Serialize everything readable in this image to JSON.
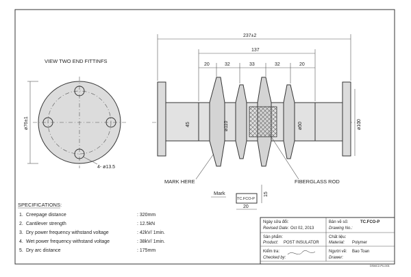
{
  "view_title": "VIEW TWO END FITTINFS",
  "dims": {
    "overall": "237±2",
    "inner": "137",
    "seg1": "20",
    "seg2": "32",
    "seg3": "33",
    "seg4": "32",
    "seg5": "20",
    "d_flange": "ø76±1",
    "d_pcd": "45",
    "d_shed": "ø110",
    "d_rod": "ø50",
    "d_end": "ø100",
    "holes": "4- ø13.5",
    "mark_h": "15",
    "mark_w": "20"
  },
  "labels": {
    "mark_here": "MARK HERE",
    "fiberglass_rod": "FIBERGLASS ROD",
    "mark_title": "Mark",
    "mark_code": "TC.FCO-P"
  },
  "specs": {
    "title": "SPECIFICATIONS:",
    "rows": [
      {
        "no": "1.",
        "label": "Creepage distance",
        "value": ": 320mm"
      },
      {
        "no": "2.",
        "label": "Cantilever strength",
        "value": ": 12.5kN"
      },
      {
        "no": "3.",
        "label": "Dry power frequency withstand voltage",
        "value": ": 42kV/ 1min."
      },
      {
        "no": "4.",
        "label": "Wet power frequency withstand voltage",
        "value": ": 38kV/ 1min."
      },
      {
        "no": "5.",
        "label": "Dry arc distance",
        "value": ": 175mm"
      }
    ]
  },
  "title_block": {
    "date_vn": "Ngày sửa đổi:",
    "date_en": "Revised Date:",
    "date_val": "Oct 02, 2013",
    "drawing_vn": "Bản vẽ số:",
    "drawing_en": "Drawing No.:",
    "drawing_val": "TC.FCO-P",
    "product_vn": "Sản phẩm:",
    "product_en": "Product:",
    "product_val": "POST INSULATOR",
    "material_vn": "Chất liệu:",
    "material_en": "Material:",
    "material_val": "Polymer",
    "checked_vn": "Kiểm tra:",
    "checked_en": "Checked by:",
    "drawer_vn": "Người vẽ:",
    "drawer_en": "Drawer:",
    "drawer_val": "Bao Toan",
    "footer": "DSMC2-PU-001"
  }
}
